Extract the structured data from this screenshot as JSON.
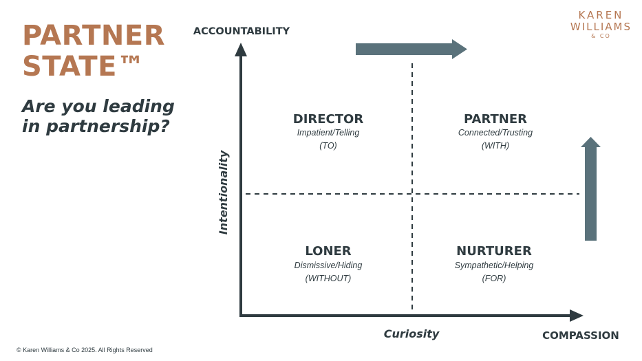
{
  "title": {
    "line1": "PARTNER",
    "line2": "STATE™"
  },
  "subtitle": {
    "line1": "Are you leading",
    "line2": "in partnership?"
  },
  "logo": {
    "line1": "KAREN",
    "line2": "WILLIAMS",
    "line3": "& CO"
  },
  "axes": {
    "top_label": "ACCOUNTABILITY",
    "y_label": "Intentionality",
    "x_label": "Curiosity",
    "right_label": "COMPASSION"
  },
  "quadrants": [
    {
      "name": "DIRECTOR",
      "desc": "Impatient/Telling",
      "tag": "(TO)"
    },
    {
      "name": "PARTNER",
      "desc": "Connected/Trusting",
      "tag": "(WITH)"
    },
    {
      "name": "LONER",
      "desc": "Dismissive/Hiding",
      "tag": "(WITHOUT)"
    },
    {
      "name": "NURTURER",
      "desc": "Sympathetic/Helping",
      "tag": "(FOR)"
    }
  ],
  "footer": "© Karen Williams & Co 2025. All Rights Reserved",
  "colors": {
    "brand": "#b57752",
    "dark": "#2f3b40",
    "arrow": "#5a727b"
  }
}
